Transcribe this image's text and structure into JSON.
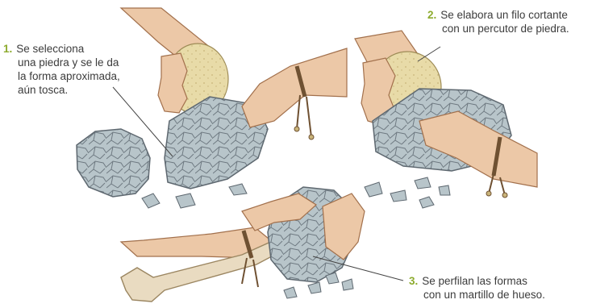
{
  "steps": [
    {
      "number": "1.",
      "lines": [
        "Se selecciona",
        "una piedra y se le da",
        "la forma aproximada,",
        "aún tosca."
      ]
    },
    {
      "number": "2.",
      "lines": [
        "Se elabora un filo cortante",
        "con un percutor de piedra."
      ]
    },
    {
      "number": "3.",
      "lines": [
        "Se perfilan las formas",
        "con un martillo de hueso."
      ]
    }
  ],
  "colors": {
    "accent_number": "#8dab2e",
    "text": "#3c3c3c",
    "skin": "#ecc8a7",
    "skin_shadow": "#c9946e",
    "stone_gray": "#b6c3c8",
    "stone_outline": "#667079",
    "limestone": "#e7d9a5",
    "bone": "#e9dbc1"
  }
}
